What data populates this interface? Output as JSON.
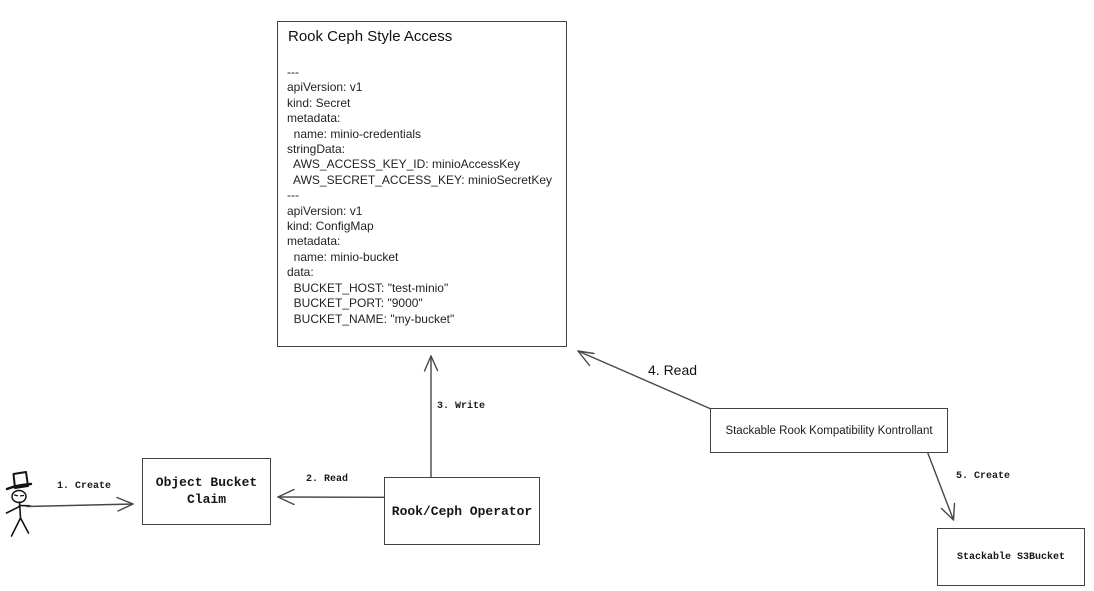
{
  "rook_box": {
    "title": "Rook Ceph Style Access",
    "yaml": "---\napiVersion: v1\nkind: Secret\nmetadata:\n  name: minio-credentials\nstringData:\n  AWS_ACCESS_KEY_ID: minioAccessKey\n  AWS_SECRET_ACCESS_KEY: minioSecretKey\n---\napiVersion: v1\nkind: ConfigMap\nmetadata:\n  name: minio-bucket\ndata:\n  BUCKET_HOST: \"test-minio\"\n  BUCKET_PORT: \"9000\"\n  BUCKET_NAME: \"my-bucket\""
  },
  "nodes": {
    "object_bucket_claim": "Object Bucket\nClaim",
    "rook_ceph_operator": "Rook/Ceph Operator",
    "stackable_kontrollant": "Stackable Rook Kompatibility Kontrollant",
    "stackable_s3bucket": "Stackable S3Bucket"
  },
  "edges": {
    "e1_create": "1. Create",
    "e2_read": "2. Read",
    "e3_write": "3. Write",
    "e4_read": "4. Read",
    "e5_create": "5. Create"
  },
  "icons": {
    "actor": "stick-figure-with-top-hat"
  },
  "colors": {
    "line": "#474747",
    "border": "#424242",
    "text": "#1a1a1a",
    "background": "#ffffff"
  }
}
